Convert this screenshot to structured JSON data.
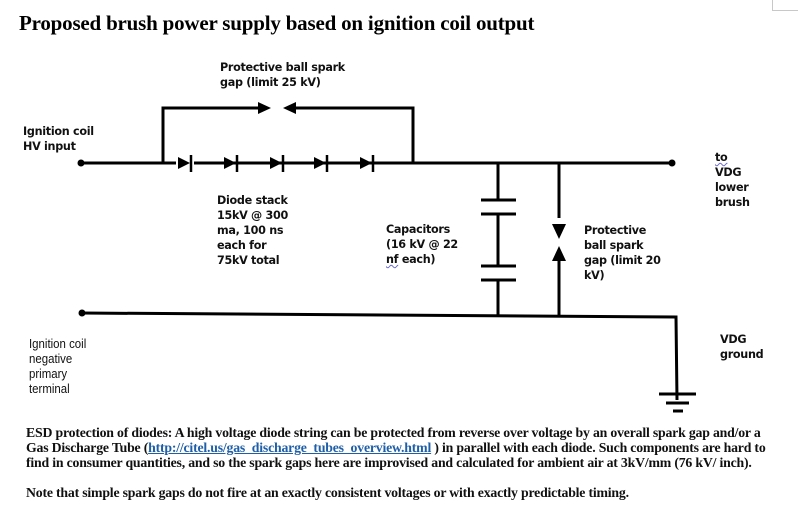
{
  "title": "Proposed brush power supply based on ignition coil output",
  "labels": {
    "hv_input": "Ignition coil\nHV input",
    "spark_gap_top": "Protective ball spark\ngap (limit 25 kV)",
    "diode_stack": "Diode stack\n15kV @ 300\nma, 100 ns\neach for\n75kV total",
    "capacitors_line1": "Capacitors\n(16 kV @ 22\n",
    "capacitors_nf": "nf",
    "capacitors_line3": " each)",
    "spark_gap_right": "Protective\nball spark\ngap (limit   20\nkV)",
    "to_word": "to",
    "to_vdg_rest": "\nVDG\nlower\nbrush",
    "negative_terminal": "Ignition coil\nnegative\nprimary\nterminal",
    "vdg_ground": "VDG\nground"
  },
  "components": {
    "diode_count": 5,
    "capacitor_count": 2,
    "spark_gaps": [
      "top (25 kV)",
      "right (20 kV)"
    ]
  },
  "notes": {
    "para1_before_link": "ESD protection of diodes: A high voltage diode string can be protected from reverse over voltage by an overall spark gap and/or a Gas Discharge Tube (",
    "link_text": "http://citel.us/gas_discharge_tubes_overview.html",
    "para1_after_link": " ) in parallel with each diode. Such components are hard to find in consumer quantities, and so the spark gaps here are improvised and calculated for ambient air at 3kV/mm (76 kV/ inch).",
    "para2": "Note that simple spark gaps do not fire at an exactly consistent voltages or with exactly predictable timing."
  },
  "colors": {
    "wire": "#000000",
    "link": "#1f5fa8"
  }
}
